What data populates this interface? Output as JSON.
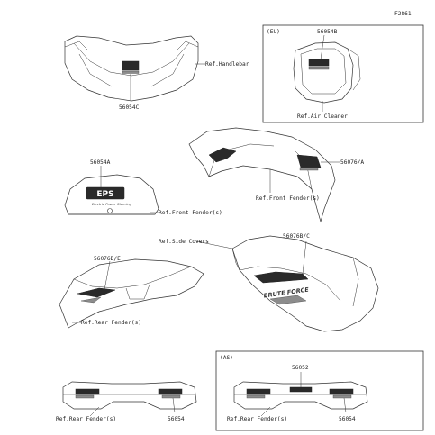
{
  "figure_id": "F2861",
  "labels": {
    "ref_handlebar": "Ref.Handlebar",
    "part_56054c": "56054C",
    "eu_tag": "(EU)",
    "part_56054b": "56054B",
    "ref_air_cleaner": "Ref.Air Cleaner",
    "part_56076a": "56076/A",
    "ref_front_fender_1": "Ref.Front Fender(s)",
    "part_56054a": "56054A",
    "ref_front_fender_2": "Ref.Front Fender(s)",
    "ref_side_covers": "Ref.Side Covers",
    "part_56076bc": "56076B/C",
    "part_56076de": "56076D/E",
    "ref_rear_fender_1": "Ref.Rear Fender(s)",
    "as_tag": "(AS)",
    "part_56052": "56052",
    "ref_rear_fender_2": "Ref.Rear Fender(s)",
    "part_56054_left": "56054",
    "ref_rear_fender_3": "Ref.Rear Fender(s)",
    "part_56054_right": "56054"
  },
  "decal_text": {
    "fender_model": "EPS",
    "fender_model_sub": "Electric Power Steering",
    "side_model": "BRUTE FORCE"
  }
}
